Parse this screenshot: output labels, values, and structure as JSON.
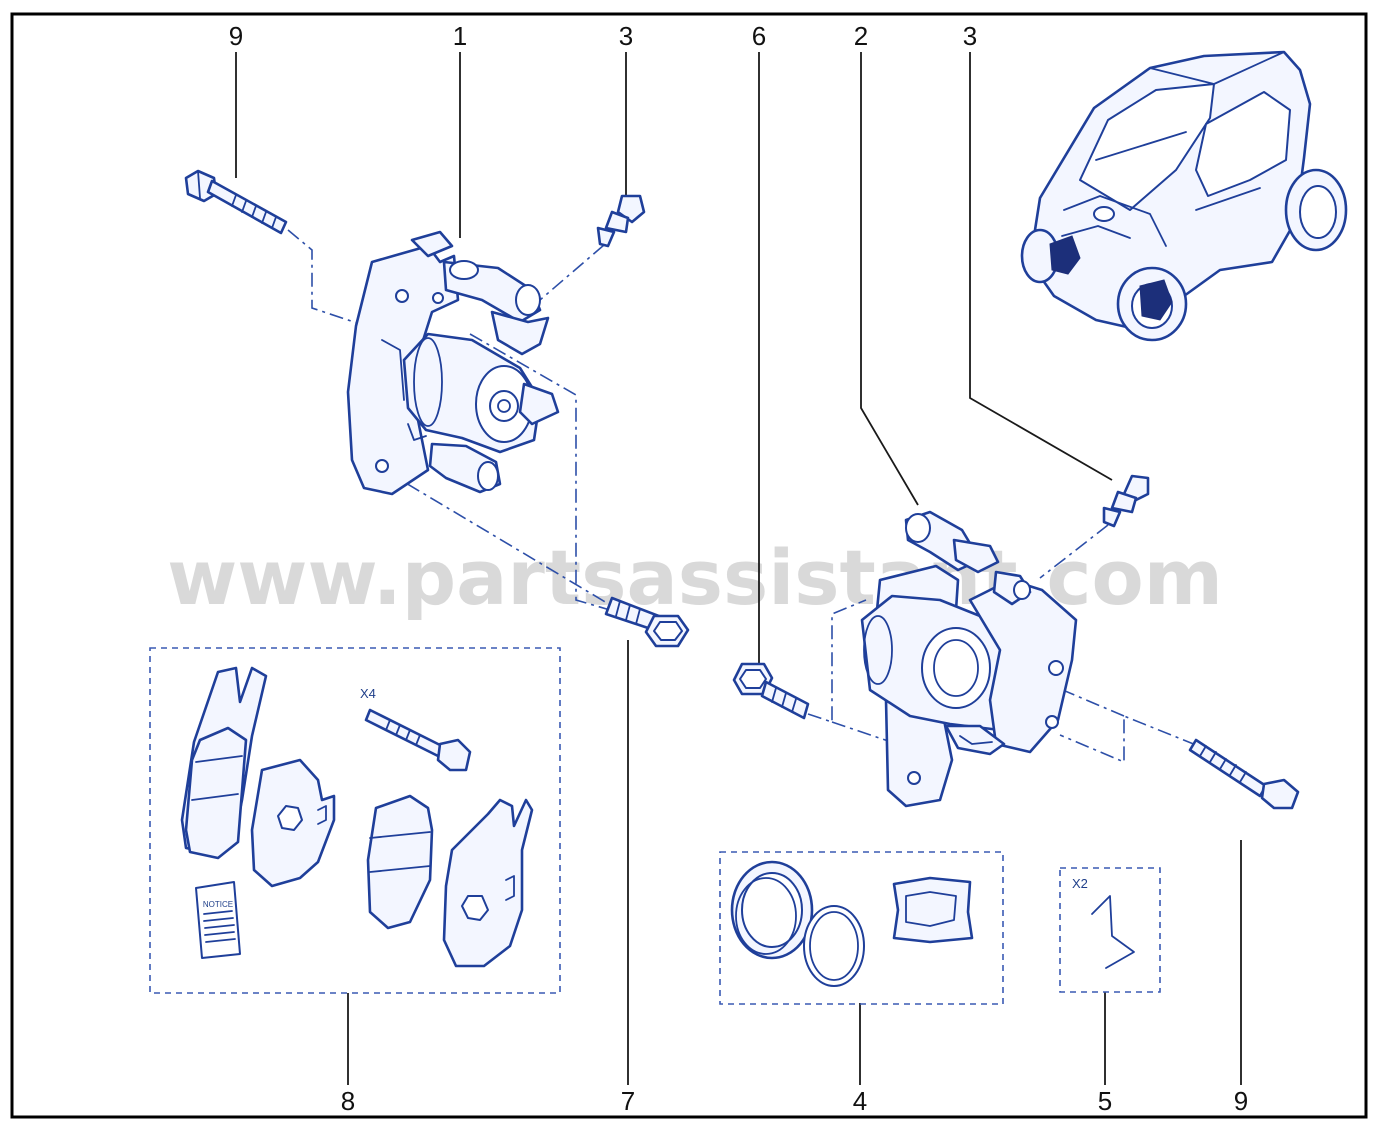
{
  "watermark": "www.partsassistant.com",
  "callouts": {
    "top": [
      "9",
      "1",
      "3",
      "6",
      "2",
      "3"
    ],
    "bottom": [
      "8",
      "7",
      "4",
      "5",
      "9"
    ]
  },
  "quantity_labels": {
    "bolts_kit": "X4",
    "springs_kit": "X2"
  },
  "notice_label": "NOTICE"
}
